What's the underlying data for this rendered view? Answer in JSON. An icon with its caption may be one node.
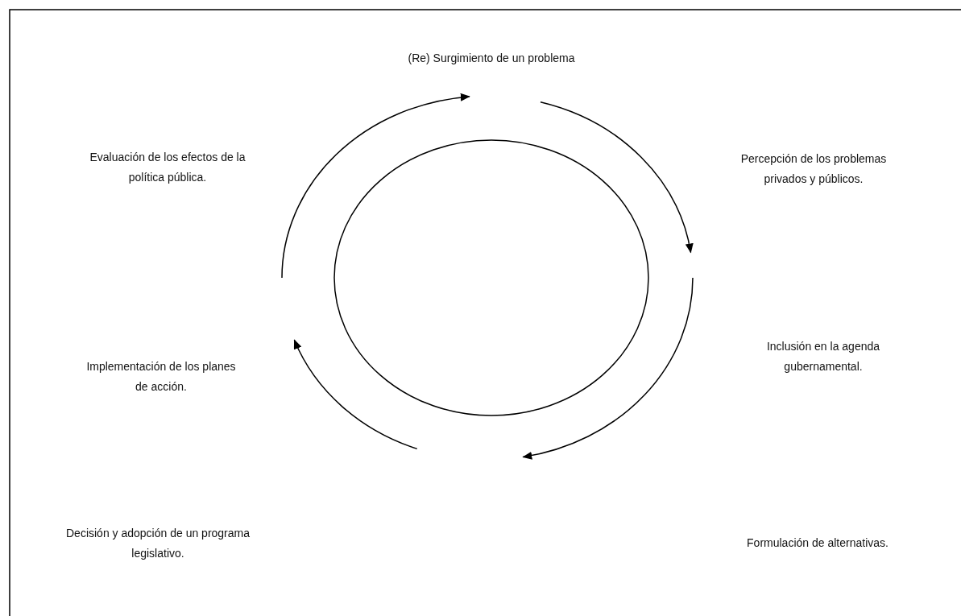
{
  "diagram": {
    "nodes": [
      {
        "text": [
          "(Re) Surgimiento de un problema"
        ]
      },
      {
        "text": [
          "Percepción de los problemas privados y públicos."
        ]
      },
      {
        "text": [
          "Inclusión en la agenda gubernamental."
        ]
      },
      {
        "text": [
          "Formulación de alternativas."
        ]
      },
      {
        "text": [
          "Decisión y adopción de un programa legislativo."
        ]
      },
      {
        "text": [
          "Implementación de los planes de acción."
        ]
      },
      {
        "text": [
          "Evaluación de los efectos de la política pública."
        ]
      },
      {
        "text": [],
        "shape": "circle"
      }
    ]
  }
}
